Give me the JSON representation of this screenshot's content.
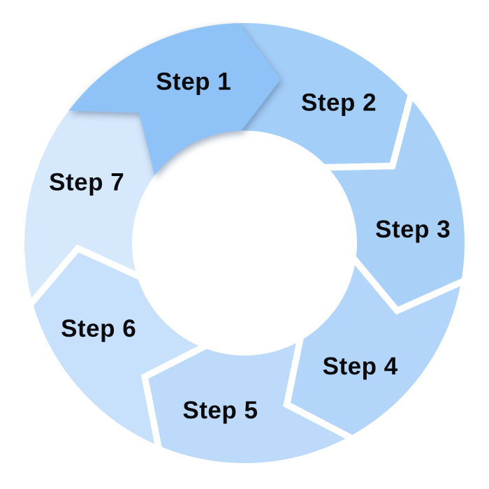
{
  "diagram": {
    "kind": "circular-cycle-arrows",
    "direction": "clockwise",
    "step_count": 7,
    "background_color": "#ffffff",
    "separator_color": "#ffffff",
    "label_color": "#0a0a0c",
    "highlight_shadow": "rgba(70,95,130,0.5)",
    "steps": [
      {
        "label": "Step 1",
        "fill": "#8FC3F7",
        "highlighted": true
      },
      {
        "label": "Step 2",
        "fill": "#A3CEF8",
        "highlighted": false
      },
      {
        "label": "Step 3",
        "fill": "#A9D1F8",
        "highlighted": false
      },
      {
        "label": "Step 4",
        "fill": "#B3D5F9",
        "highlighted": false
      },
      {
        "label": "Step 5",
        "fill": "#BDDAFA",
        "highlighted": false
      },
      {
        "label": "Step 6",
        "fill": "#C7E0FB",
        "highlighted": false
      },
      {
        "label": "Step 7",
        "fill": "#D6E8FC",
        "highlighted": false
      }
    ]
  }
}
